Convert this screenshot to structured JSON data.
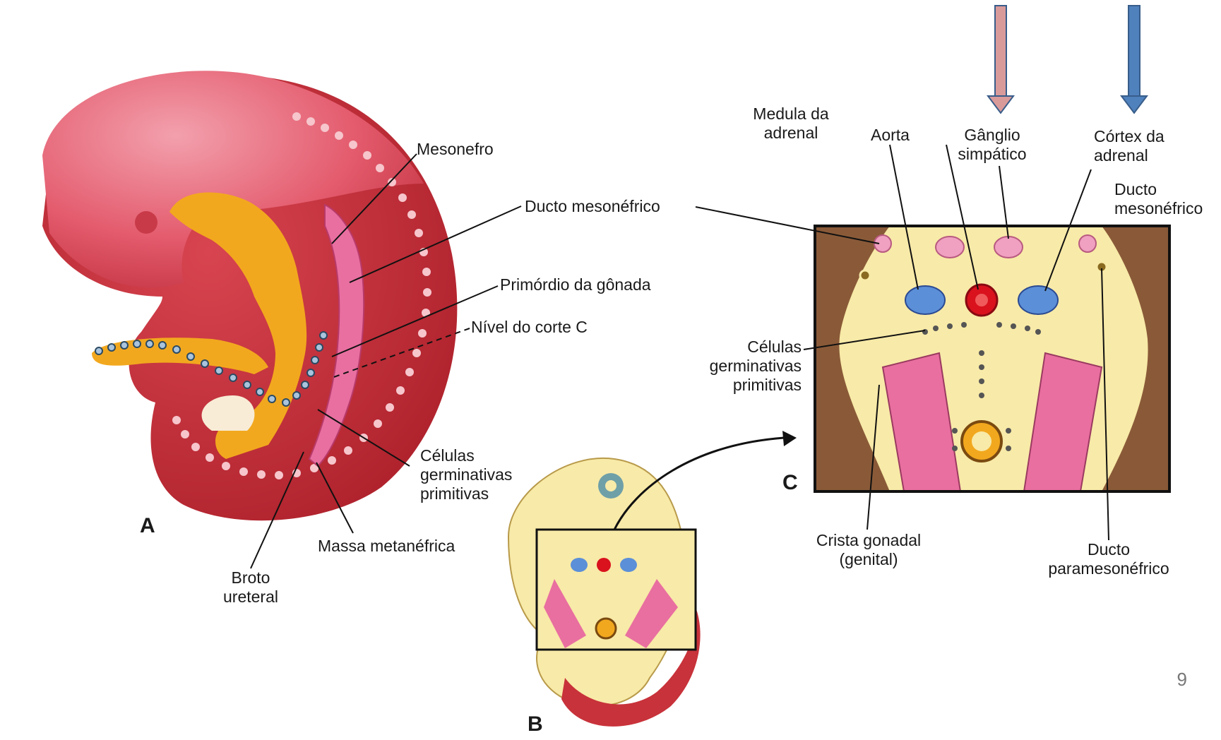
{
  "figure": {
    "panel_a": {
      "letter": "A",
      "labels": {
        "mesonefro": "Mesonefro",
        "ducto_mesonefrico": "Ducto mesonéfrico",
        "primordio": "Primórdio da gônada",
        "nivel": "Nível do corte C",
        "celulas": [
          "Células",
          "germinativas",
          "primitivas"
        ],
        "massa": "Massa metanéfrica",
        "broto": [
          "Broto",
          "ureteral"
        ]
      }
    },
    "panel_b": {
      "letter": "B"
    },
    "panel_c": {
      "letter": "C",
      "labels": {
        "medula": [
          "Medula da",
          "adrenal"
        ],
        "aorta": "Aorta",
        "ganglio": [
          "Gânglio",
          "simpático"
        ],
        "cortex": [
          "Córtex da",
          "adrenal"
        ],
        "ducto_meso": [
          "Ducto",
          "mesonéfrico"
        ],
        "celulas": [
          "Células",
          "germinativas",
          "primitivas"
        ],
        "crista": [
          "Crista gonadal",
          "(genital)"
        ],
        "ducto_para": [
          "Ducto",
          "paramesonéfrico"
        ]
      }
    },
    "arrows": [
      {
        "color": "#d99a9a",
        "target": "Gânglio simpático"
      },
      {
        "color": "#4f81bd",
        "target": "Córtex da adrenal"
      }
    ],
    "colors": {
      "embryo": "#c8323a",
      "head": "#e55a6a",
      "yellow": "#f2a81e",
      "cream": "#f8eaa8",
      "pink": "#e96fa0",
      "blue": "#5b8fd8",
      "aorta": "#d9121e"
    },
    "page_number": "9"
  }
}
